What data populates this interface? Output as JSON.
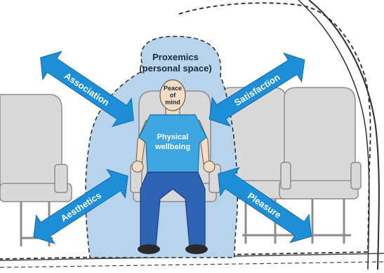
{
  "proxemics": {
    "line1": "Proxemics",
    "line2": "(personal space)"
  },
  "head_label": {
    "line1": "Peace",
    "line2": "of",
    "line3": "mind"
  },
  "torso_label": {
    "line1": "Physical",
    "line2": "wellbeing"
  },
  "arrows": {
    "association": "Association",
    "satisfaction": "Satisfaction",
    "aesthetics": "Aesthetics",
    "pleasure": "Pleasure"
  },
  "colors": {
    "arrow_fill": "#1e8fd6",
    "arrow_stroke": "#0f6aa8",
    "personal_space": "#b7d4ec",
    "shirt": "#3ea6e0",
    "jeans": "#2f63b4",
    "seat_fill": "#d9d9d9",
    "seat_stroke": "#8c8c8c",
    "skin": "#f2dcc4",
    "text_on_arrow": "#ffffff",
    "label_dark": "#1b2a3a"
  }
}
